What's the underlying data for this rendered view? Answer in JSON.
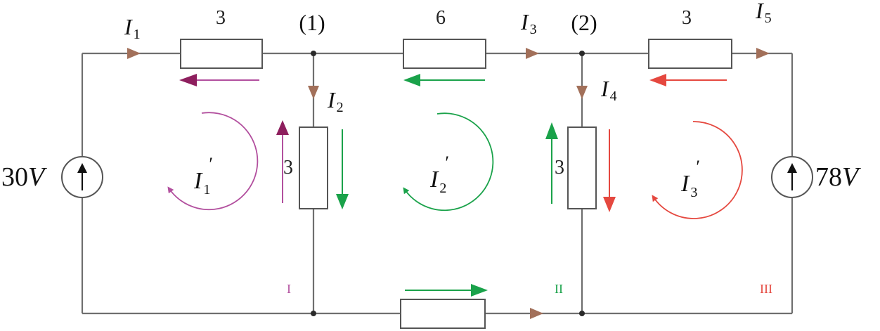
{
  "colors": {
    "wire": "#6f6f6f",
    "current_arrow": "#a2705a",
    "mesh_I": "#b24f9e",
    "mesh_II": "#1aa24a",
    "mesh_III": "#e5483f",
    "mesh_I_arrow": "#8e1f5e"
  },
  "resistors": {
    "r_top_left": "3",
    "r_top_mid": "6",
    "r_top_right": "3",
    "r_mid_left": "3",
    "r_mid_right": "3"
  },
  "nodes": {
    "n1": "(1)",
    "n2": "(2)"
  },
  "currents": {
    "i1": {
      "symbol": "I",
      "sub": "1"
    },
    "i2": {
      "symbol": "I",
      "sub": "2"
    },
    "i3": {
      "symbol": "I",
      "sub": "3"
    },
    "i4": {
      "symbol": "I",
      "sub": "4"
    },
    "i5": {
      "symbol": "I",
      "sub": "5"
    }
  },
  "mesh_currents": {
    "m1": {
      "symbol": "I",
      "sub": "1",
      "prime": "′"
    },
    "m2": {
      "symbol": "I",
      "sub": "2",
      "prime": "′"
    },
    "m3": {
      "symbol": "I",
      "sub": "3",
      "prime": "′"
    }
  },
  "sources": {
    "left": {
      "value": "30",
      "unit": "V"
    },
    "right": {
      "value": "78",
      "unit": "V"
    }
  },
  "mesh_labels": {
    "I": "I",
    "II": "II",
    "III": "III"
  },
  "icons": {
    "current_source": "circle-with-up-arrow-icon",
    "loop": "circular-arrow-icon"
  }
}
